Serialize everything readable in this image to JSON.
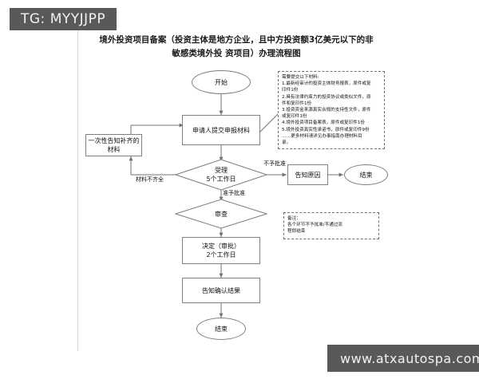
{
  "overlay": {
    "top_tag": "TG: MYYJJPP",
    "bottom_tag": "www.atxautospa.com"
  },
  "document": {
    "title_line1": "境外投资项目备案（投资主体是地方企业，且中方投资额3亿美元以下的非敏感类境外投",
    "title_line2": "资项目）办理流程图"
  },
  "flowchart": {
    "nodes": {
      "start": "开始",
      "submit": "申请人提交申报材料",
      "notify_supplement": "一次性告知补齐的材料",
      "accept": "受理\n5个工作日",
      "accept_line1": "受理",
      "accept_line2": "5个工作日",
      "inform_reason": "告知原因",
      "end_right": "结束",
      "review": "审查",
      "decision_line1": "决定（审批）",
      "decision_line2": "2个工作日",
      "inform_result": "告知确认结果",
      "end_bottom": "结束"
    },
    "edge_labels": {
      "materials_incomplete": "材料不齐全",
      "not_approved": "不予批准",
      "approved": "准予批准"
    },
    "notes": {
      "materials": {
        "heading": "需要提交以下材料:",
        "lines": [
          "1.最新经审计的投资主体财务报表，原件或复",
          "印件1份",
          "2.具有法律约束力的投资协议或类似文件，原",
          "件和复印件1份",
          "3.投资资金来源真实合规的支持性文件，原件",
          "或复印件1份",
          "4.境外投资项目备案表，原件或复印件1份",
          "5.境外投资真实性承诺书，原件或复印件9份",
          "……更多材料请详见办事指南办理材料目",
          "录。"
        ]
      },
      "remark": {
        "heading": "备注：",
        "lines": [
          "各个环节不予批准/不通过流",
          "程即结束"
        ]
      }
    }
  },
  "colors": {
    "tag_background": "#595959",
    "tag_text": "#f2f2f2",
    "stroke": "#7c7f85",
    "text": "#111111",
    "page_background": "#ffffff"
  }
}
